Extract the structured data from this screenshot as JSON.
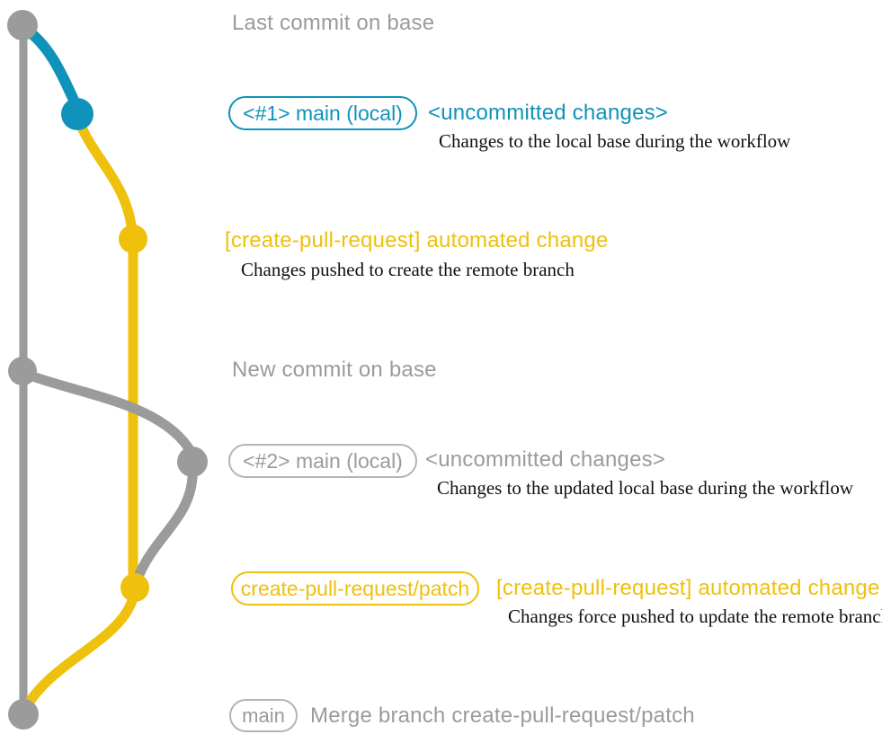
{
  "colors": {
    "gray": "#9b9b9b",
    "gray-border": "#b4b4b4",
    "teal": "#0f93ba",
    "yellow": "#efc00c",
    "ink": "#111111"
  },
  "graph": {
    "branches": [
      {
        "name": "base (main)",
        "color_key": "gray"
      },
      {
        "name": "main (local)",
        "color_key": "teal"
      },
      {
        "name": "create-pull-request/patch",
        "color_key": "yellow"
      }
    ],
    "commits": [
      "last-commit-on-base",
      "main-local-1-uncommitted",
      "automated-change-1",
      "new-commit-on-base",
      "main-local-2-uncommitted",
      "automated-change-2",
      "merge-commit"
    ]
  },
  "rows": {
    "last_commit": {
      "label": "Last commit on base"
    },
    "workflow1": {
      "branch_badge": "<#1> main (local)",
      "status": "<uncommitted changes>",
      "note": "Changes to the local base during the workflow"
    },
    "push1": {
      "commit_message": "[create-pull-request] automated change",
      "note": "Changes pushed to create the remote branch"
    },
    "new_commit": {
      "label": "New commit on base"
    },
    "workflow2": {
      "branch_badge": "<#2> main (local)",
      "status": "<uncommitted changes>",
      "note": "Changes to the updated local base during the workflow"
    },
    "push2": {
      "branch_badge": "create-pull-request/patch",
      "commit_message": "[create-pull-request] automated change",
      "note": "Changes force pushed to update the remote branch"
    },
    "merge": {
      "branch_badge": "main",
      "commit_message": "Merge branch create-pull-request/patch"
    }
  }
}
